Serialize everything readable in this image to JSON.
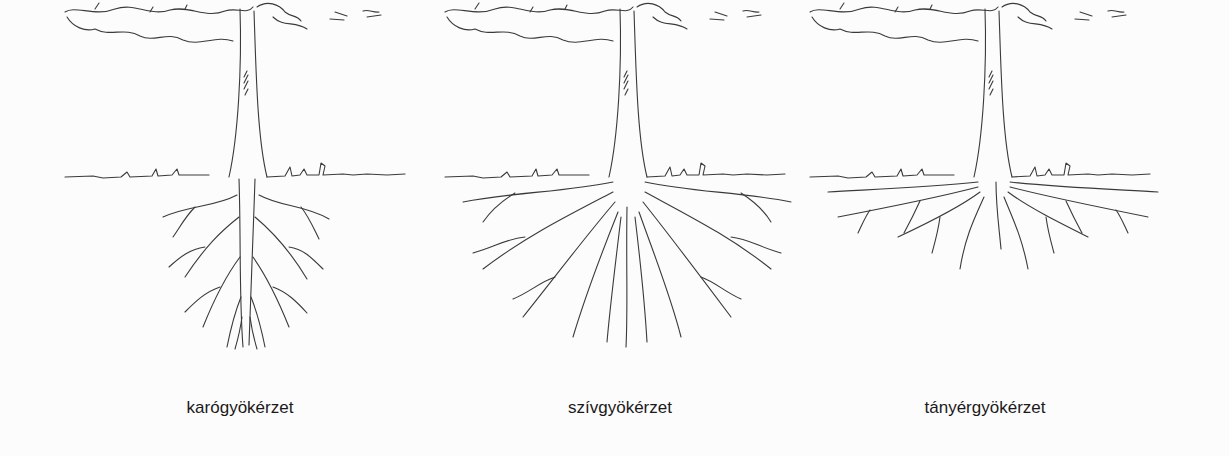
{
  "diagram": {
    "labels": [
      "karógyökérzet",
      "szívgyökérzet",
      "tányérgyökérzet"
    ]
  }
}
